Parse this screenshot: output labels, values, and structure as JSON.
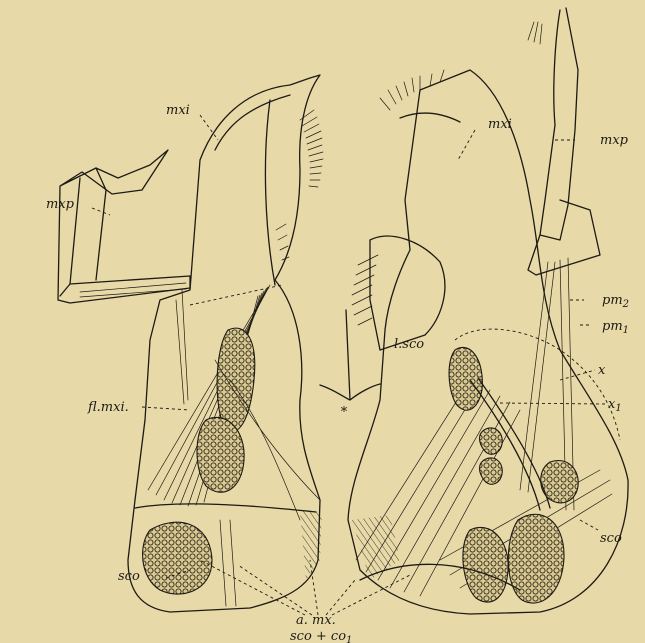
{
  "labels": {
    "mxi_left": "mxi",
    "mxp_left": "mxp",
    "flmxi": "fl.mxi.",
    "sco_left": "sco",
    "amx": "a. mx.",
    "sco_co": "sco + co",
    "sco_co_sub": "1",
    "mxi_right": "mxi",
    "mxp_right": "mxp",
    "lsco": "l.sco",
    "pm2": "pm",
    "pm2_sub": "2",
    "pm1": "pm",
    "pm1_sub": "1",
    "x": "x",
    "x1": "x",
    "x1_sub": "1",
    "sco_right": "sco",
    "star": "*"
  }
}
